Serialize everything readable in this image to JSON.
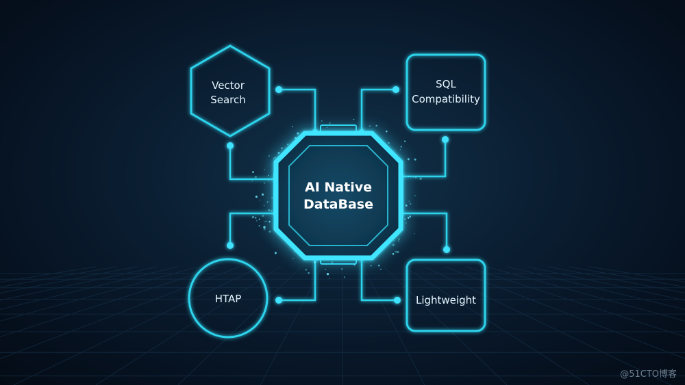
{
  "core": {
    "line1": "AI Native",
    "line2": "DataBase"
  },
  "features": [
    {
      "id": "vector-search",
      "shape": "hexagon",
      "lines": [
        "Vector",
        "Search"
      ]
    },
    {
      "id": "sql-compatibility",
      "shape": "rounded-square",
      "lines": [
        "SQL",
        "Compatibility"
      ]
    },
    {
      "id": "htap",
      "shape": "circle",
      "lines": [
        "HTAP"
      ]
    },
    {
      "id": "lightweight",
      "shape": "rounded-square",
      "lines": [
        "Lightweight"
      ]
    }
  ],
  "watermark": "@51CTO博客",
  "colors": {
    "accent": "#2fd3ec",
    "glow": "#3fe3ff",
    "background": "#0b1f33"
  }
}
